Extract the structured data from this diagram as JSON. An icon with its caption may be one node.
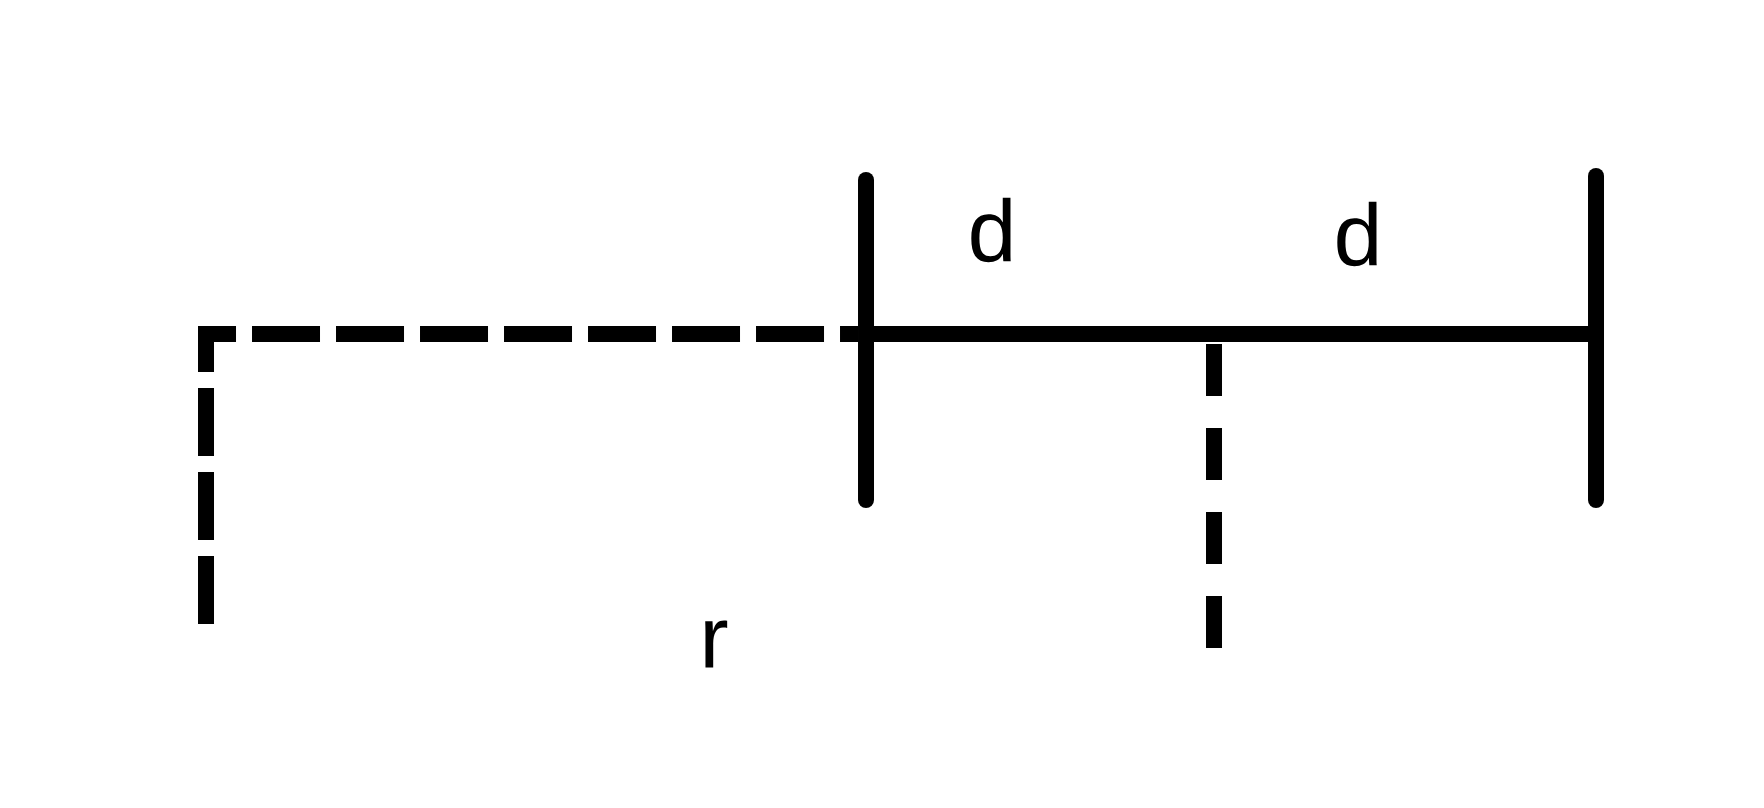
{
  "diagram": {
    "labels": [
      "d",
      "d",
      "r"
    ]
  }
}
